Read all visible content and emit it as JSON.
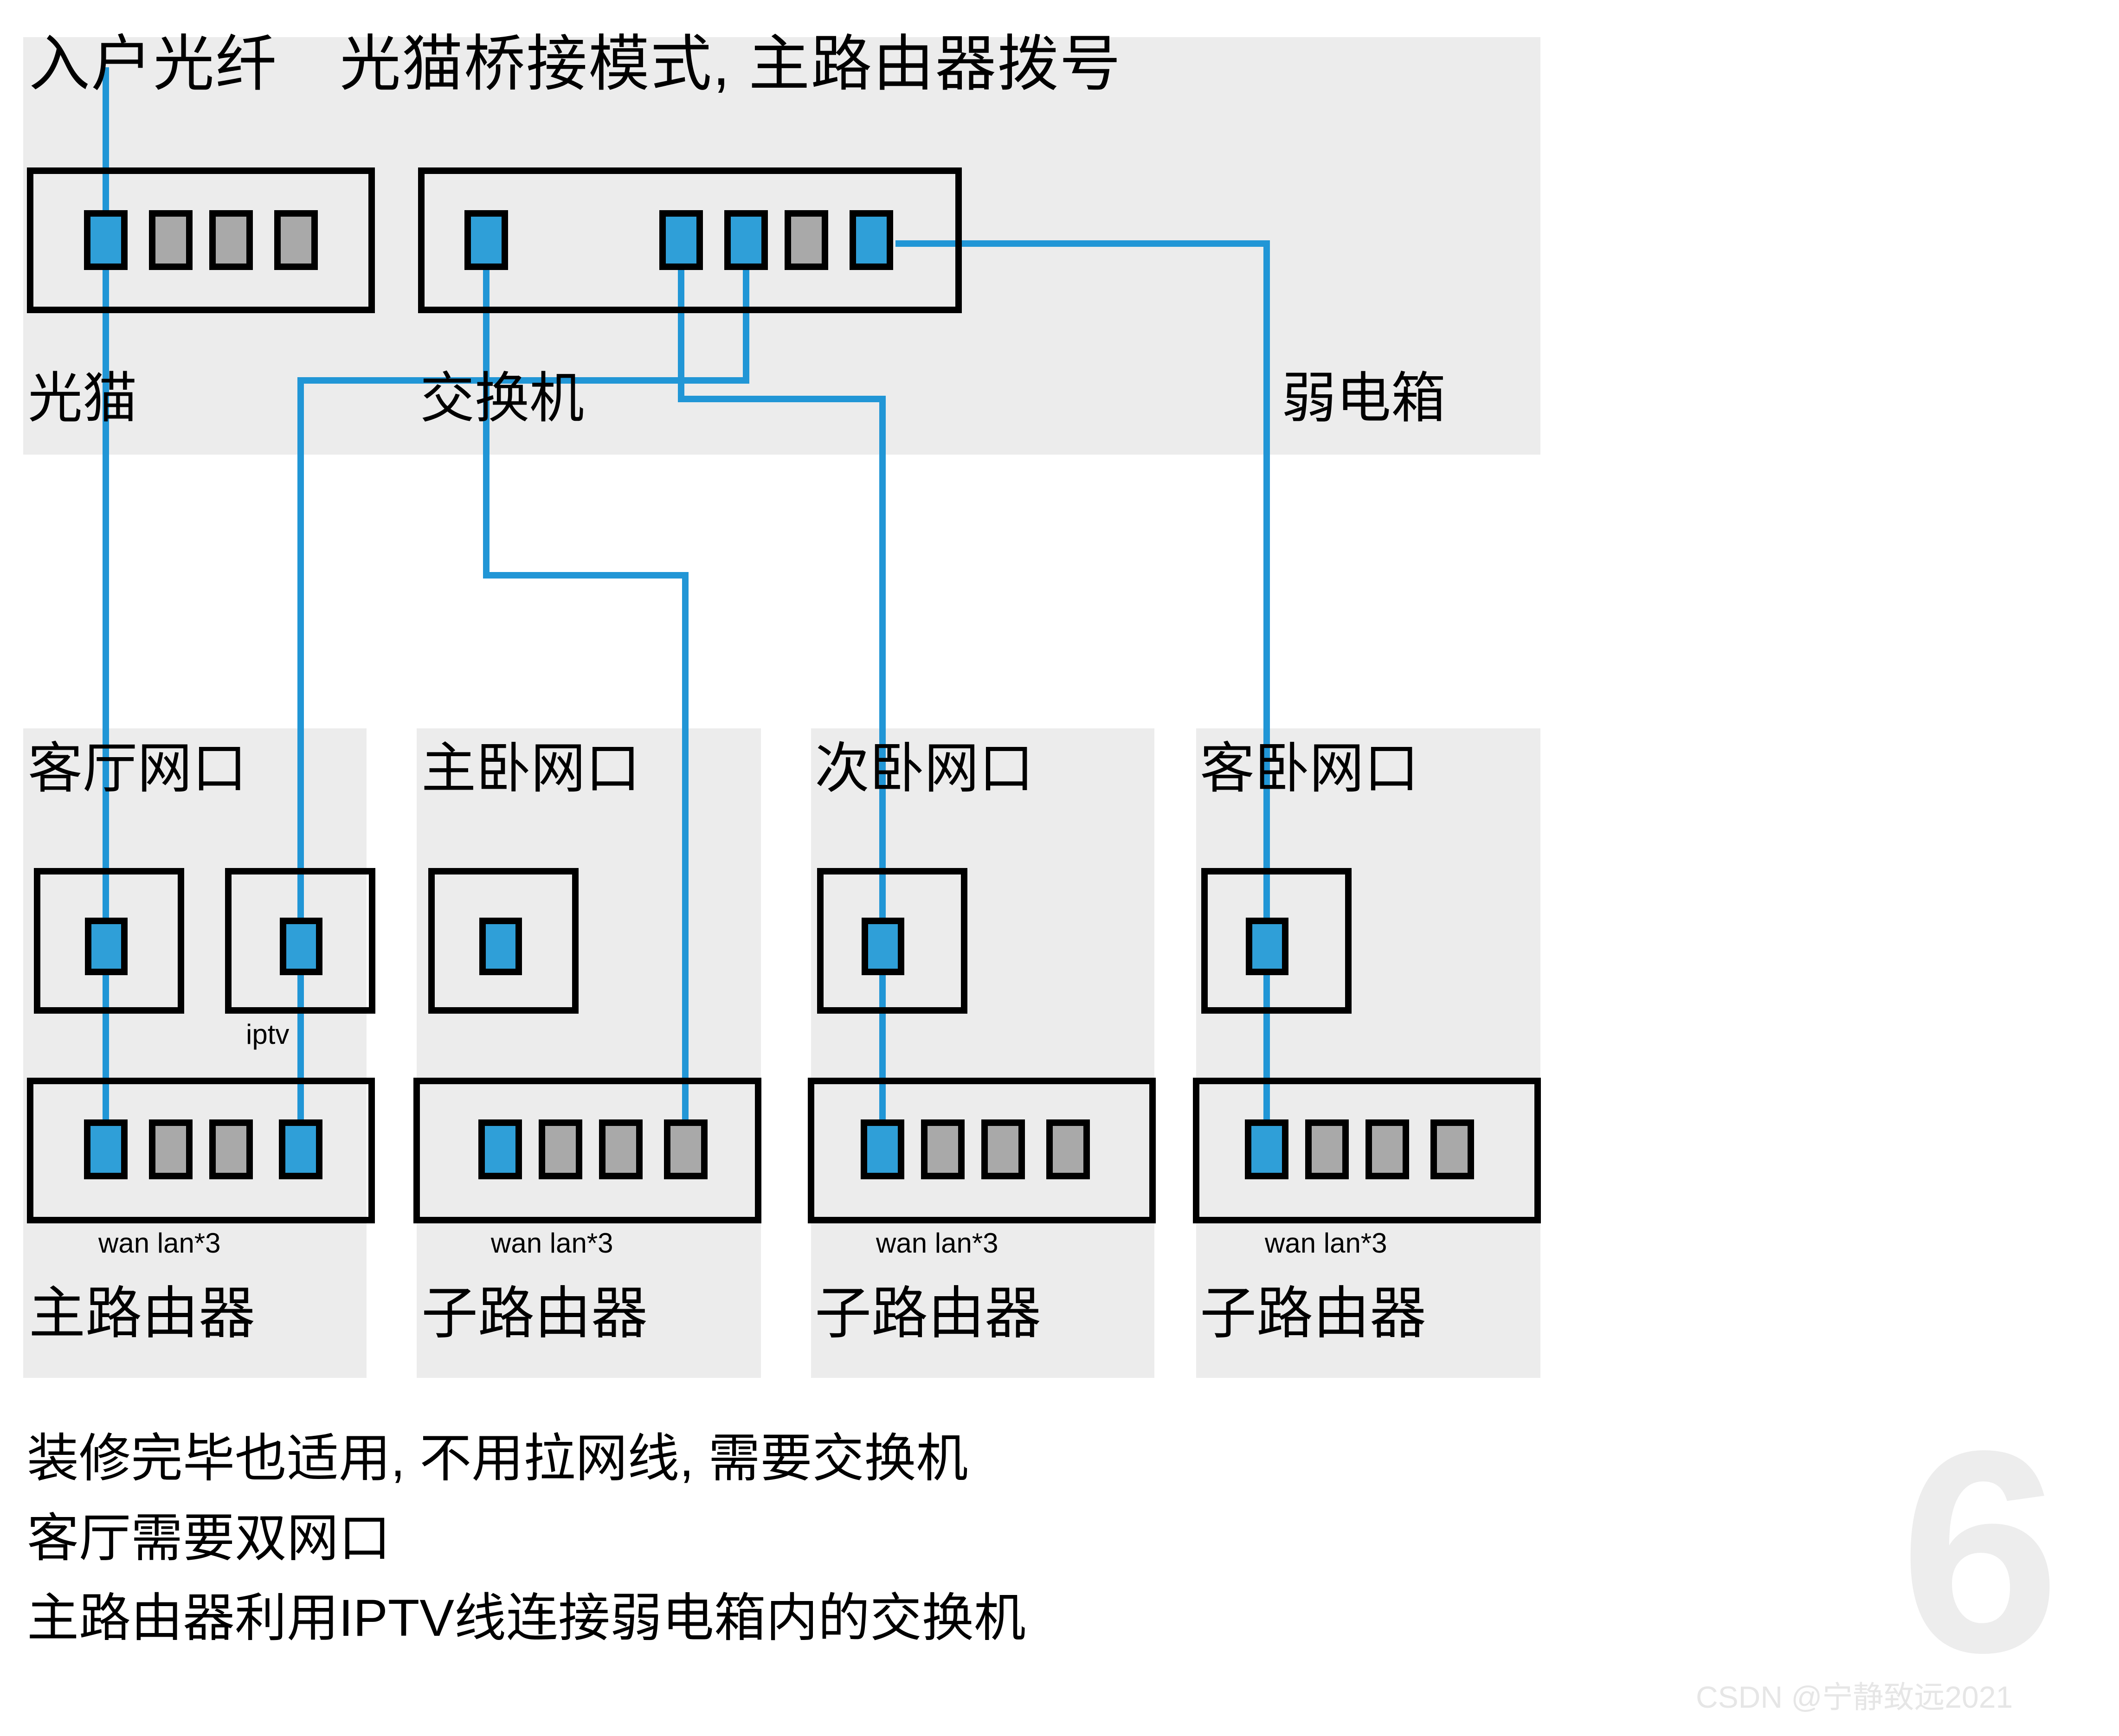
{
  "diagram": {
    "title": "入户光纤　光猫桥接模式, 主路由器拨号",
    "colors": {
      "panel_bg": "#ececec",
      "wire": "#2196d6",
      "port_active": "#2f9fd8",
      "port_inactive": "#a9a9a9",
      "outline": "#000000",
      "watermark": "#ededed"
    },
    "cabinet": {
      "label": "弱电箱",
      "devices": [
        {
          "name": "光猫",
          "label": "光猫",
          "ports": [
            {
              "index": 1,
              "state": "active"
            },
            {
              "index": 2,
              "state": "inactive"
            },
            {
              "index": 3,
              "state": "inactive"
            },
            {
              "index": 4,
              "state": "inactive"
            }
          ]
        },
        {
          "name": "交换机",
          "label": "交换机",
          "ports": [
            {
              "index": 1,
              "state": "active"
            },
            {
              "index": 2,
              "state": "active"
            },
            {
              "index": 3,
              "state": "active"
            },
            {
              "index": 4,
              "state": "inactive"
            },
            {
              "index": 5,
              "state": "active"
            }
          ]
        }
      ]
    },
    "rooms": [
      {
        "label": "客厅网口",
        "wall_ports": [
          {
            "label": "",
            "state": "active"
          },
          {
            "label": "iptv",
            "state": "active"
          }
        ],
        "router": {
          "label": "主路由器",
          "port_legend": "wan lan*3",
          "ports": [
            {
              "index": 1,
              "role": "wan",
              "state": "active"
            },
            {
              "index": 2,
              "role": "lan",
              "state": "inactive"
            },
            {
              "index": 3,
              "role": "lan",
              "state": "inactive"
            },
            {
              "index": 4,
              "role": "lan",
              "state": "active"
            }
          ]
        }
      },
      {
        "label": "主卧网口",
        "wall_ports": [
          {
            "label": "",
            "state": "active"
          }
        ],
        "router": {
          "label": "子路由器",
          "port_legend": "wan lan*3",
          "ports": [
            {
              "index": 1,
              "role": "wan",
              "state": "active"
            },
            {
              "index": 2,
              "role": "lan",
              "state": "inactive"
            },
            {
              "index": 3,
              "role": "lan",
              "state": "inactive"
            },
            {
              "index": 4,
              "role": "lan",
              "state": "inactive"
            }
          ]
        }
      },
      {
        "label": "次卧网口",
        "wall_ports": [
          {
            "label": "",
            "state": "active"
          }
        ],
        "router": {
          "label": "子路由器",
          "port_legend": "wan lan*3",
          "ports": [
            {
              "index": 1,
              "role": "wan",
              "state": "active"
            },
            {
              "index": 2,
              "role": "lan",
              "state": "inactive"
            },
            {
              "index": 3,
              "role": "lan",
              "state": "inactive"
            },
            {
              "index": 4,
              "role": "lan",
              "state": "inactive"
            }
          ]
        }
      },
      {
        "label": "客卧网口",
        "wall_ports": [
          {
            "label": "",
            "state": "active"
          }
        ],
        "router": {
          "label": "子路由器",
          "port_legend": "wan lan*3",
          "ports": [
            {
              "index": 1,
              "role": "wan",
              "state": "active"
            },
            {
              "index": 2,
              "role": "lan",
              "state": "inactive"
            },
            {
              "index": 3,
              "role": "lan",
              "state": "inactive"
            },
            {
              "index": 4,
              "role": "lan",
              "state": "inactive"
            }
          ]
        }
      }
    ],
    "notes": [
      "装修完毕也适用, 不用拉网线, 需要交换机",
      "客厅需要双网口",
      "主路由器利用IPTV线连接弱电箱内的交换机"
    ],
    "watermark": {
      "number": "6",
      "text": "CSDN @宁静致远2021"
    }
  }
}
